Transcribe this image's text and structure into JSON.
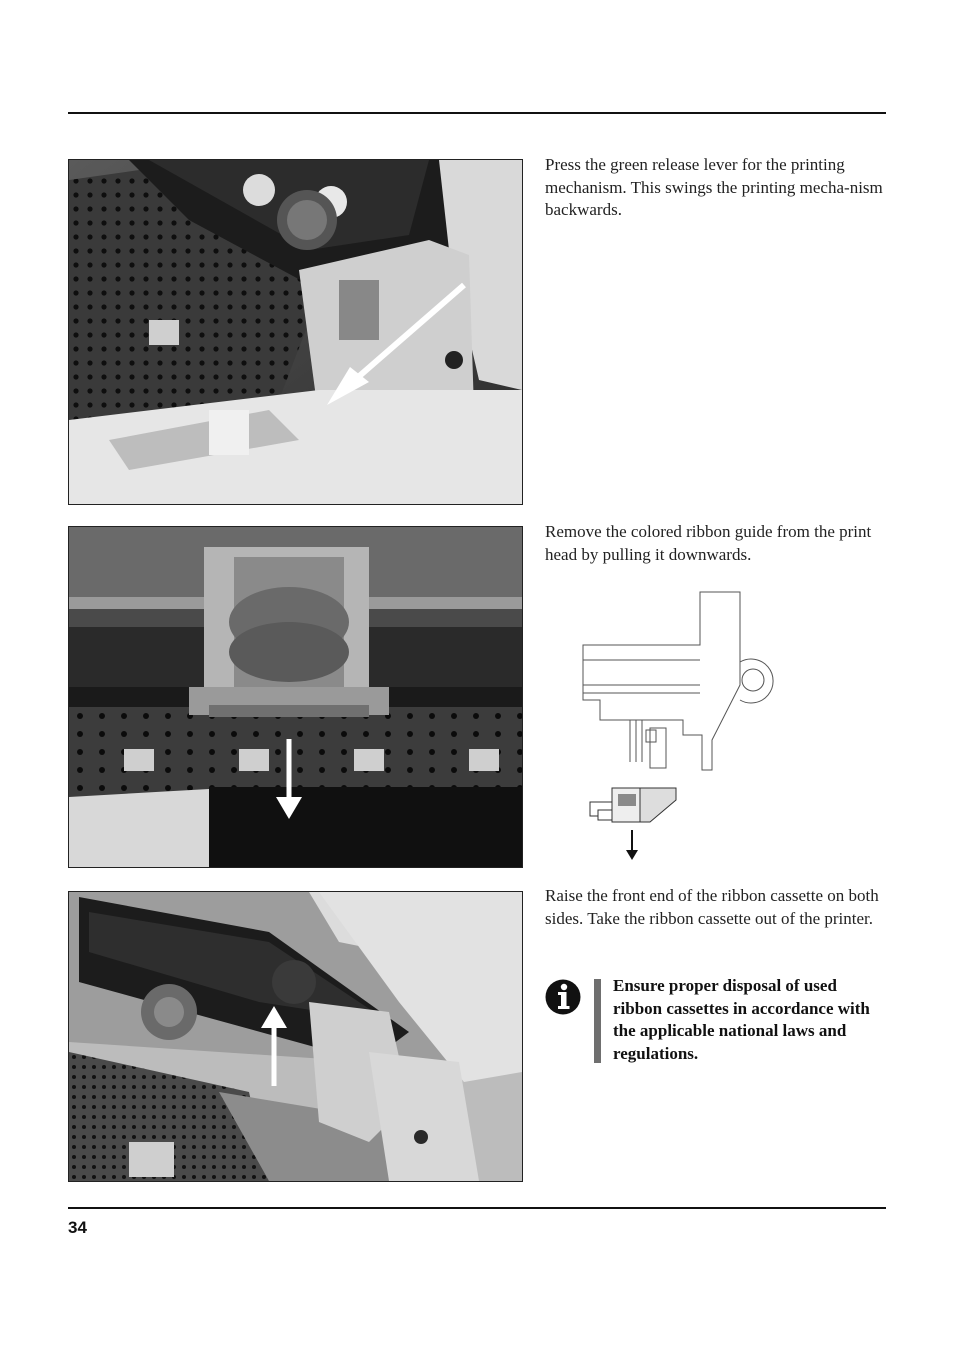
{
  "steps": [
    {
      "text": "Press the green release lever for the printing mechanism. This swings the printing mecha-nism backwards."
    },
    {
      "text": "Remove the colored ribbon guide from the print head by pulling it downwards."
    },
    {
      "text": "Raise the front end of the ribbon cassette on both sides. Take the ribbon cassette out of the printer."
    }
  ],
  "note": {
    "text": "Ensure proper disposal of used ribbon cassettes in accordance with the applicable national laws and regulations."
  },
  "footer": {
    "page_number": "34"
  },
  "icons": {
    "note": "info-icon"
  },
  "colors": {
    "rule": "#111111",
    "note_bar": "#6f6f6f"
  }
}
